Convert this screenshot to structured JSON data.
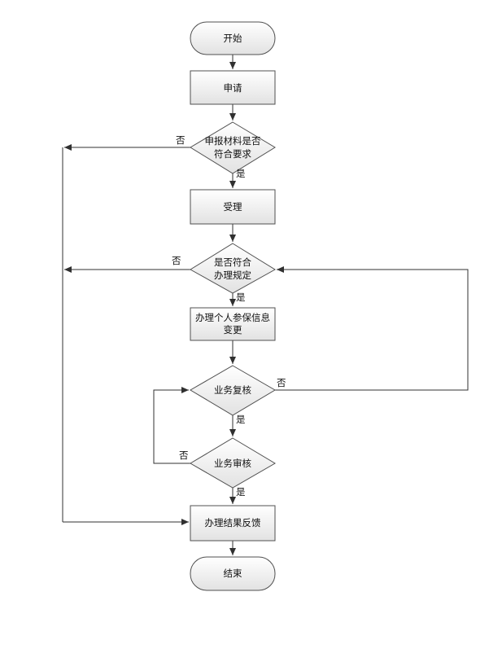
{
  "nodes": {
    "start": "开始",
    "apply": "申请",
    "check_materials": [
      "申报材料是否",
      "符合要求"
    ],
    "accept": "受理",
    "check_rules": [
      "是否符合",
      "办理规定"
    ],
    "change_info": [
      "办理个人参保信息",
      "变更"
    ],
    "business_review": "业务复核",
    "business_audit": "业务审核",
    "feedback": "办理结果反馈",
    "end": "结束"
  },
  "edges": {
    "yes": "是",
    "no": "否"
  }
}
